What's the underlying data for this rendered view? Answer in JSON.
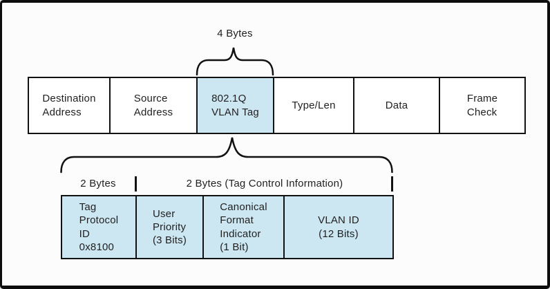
{
  "diagram": {
    "top_annotation": "4 Bytes",
    "frame_row": {
      "cells": [
        {
          "label": "Destination\nAddress"
        },
        {
          "label": "Source\nAddress"
        },
        {
          "label": "802.1Q\nVLAN Tag"
        },
        {
          "label": "Type/Len"
        },
        {
          "label": "Data"
        },
        {
          "label": "Frame\nCheck"
        }
      ]
    },
    "size_labels": {
      "tpid": "2 Bytes",
      "tci": "2 Bytes (Tag Control Information)"
    },
    "tag_row": {
      "cells": [
        {
          "label": "Tag\nProtocol\nID\n0x8100"
        },
        {
          "label": "User\nPriority\n(3 Bits)"
        },
        {
          "label": "Canonical\nFormat\nIndicator\n(1 Bit)"
        },
        {
          "label": "VLAN ID\n(12 Bits)"
        }
      ]
    },
    "colors": {
      "highlight_fill": "#cde7f2",
      "line": "#111111",
      "background": "#fdfcfd"
    }
  }
}
